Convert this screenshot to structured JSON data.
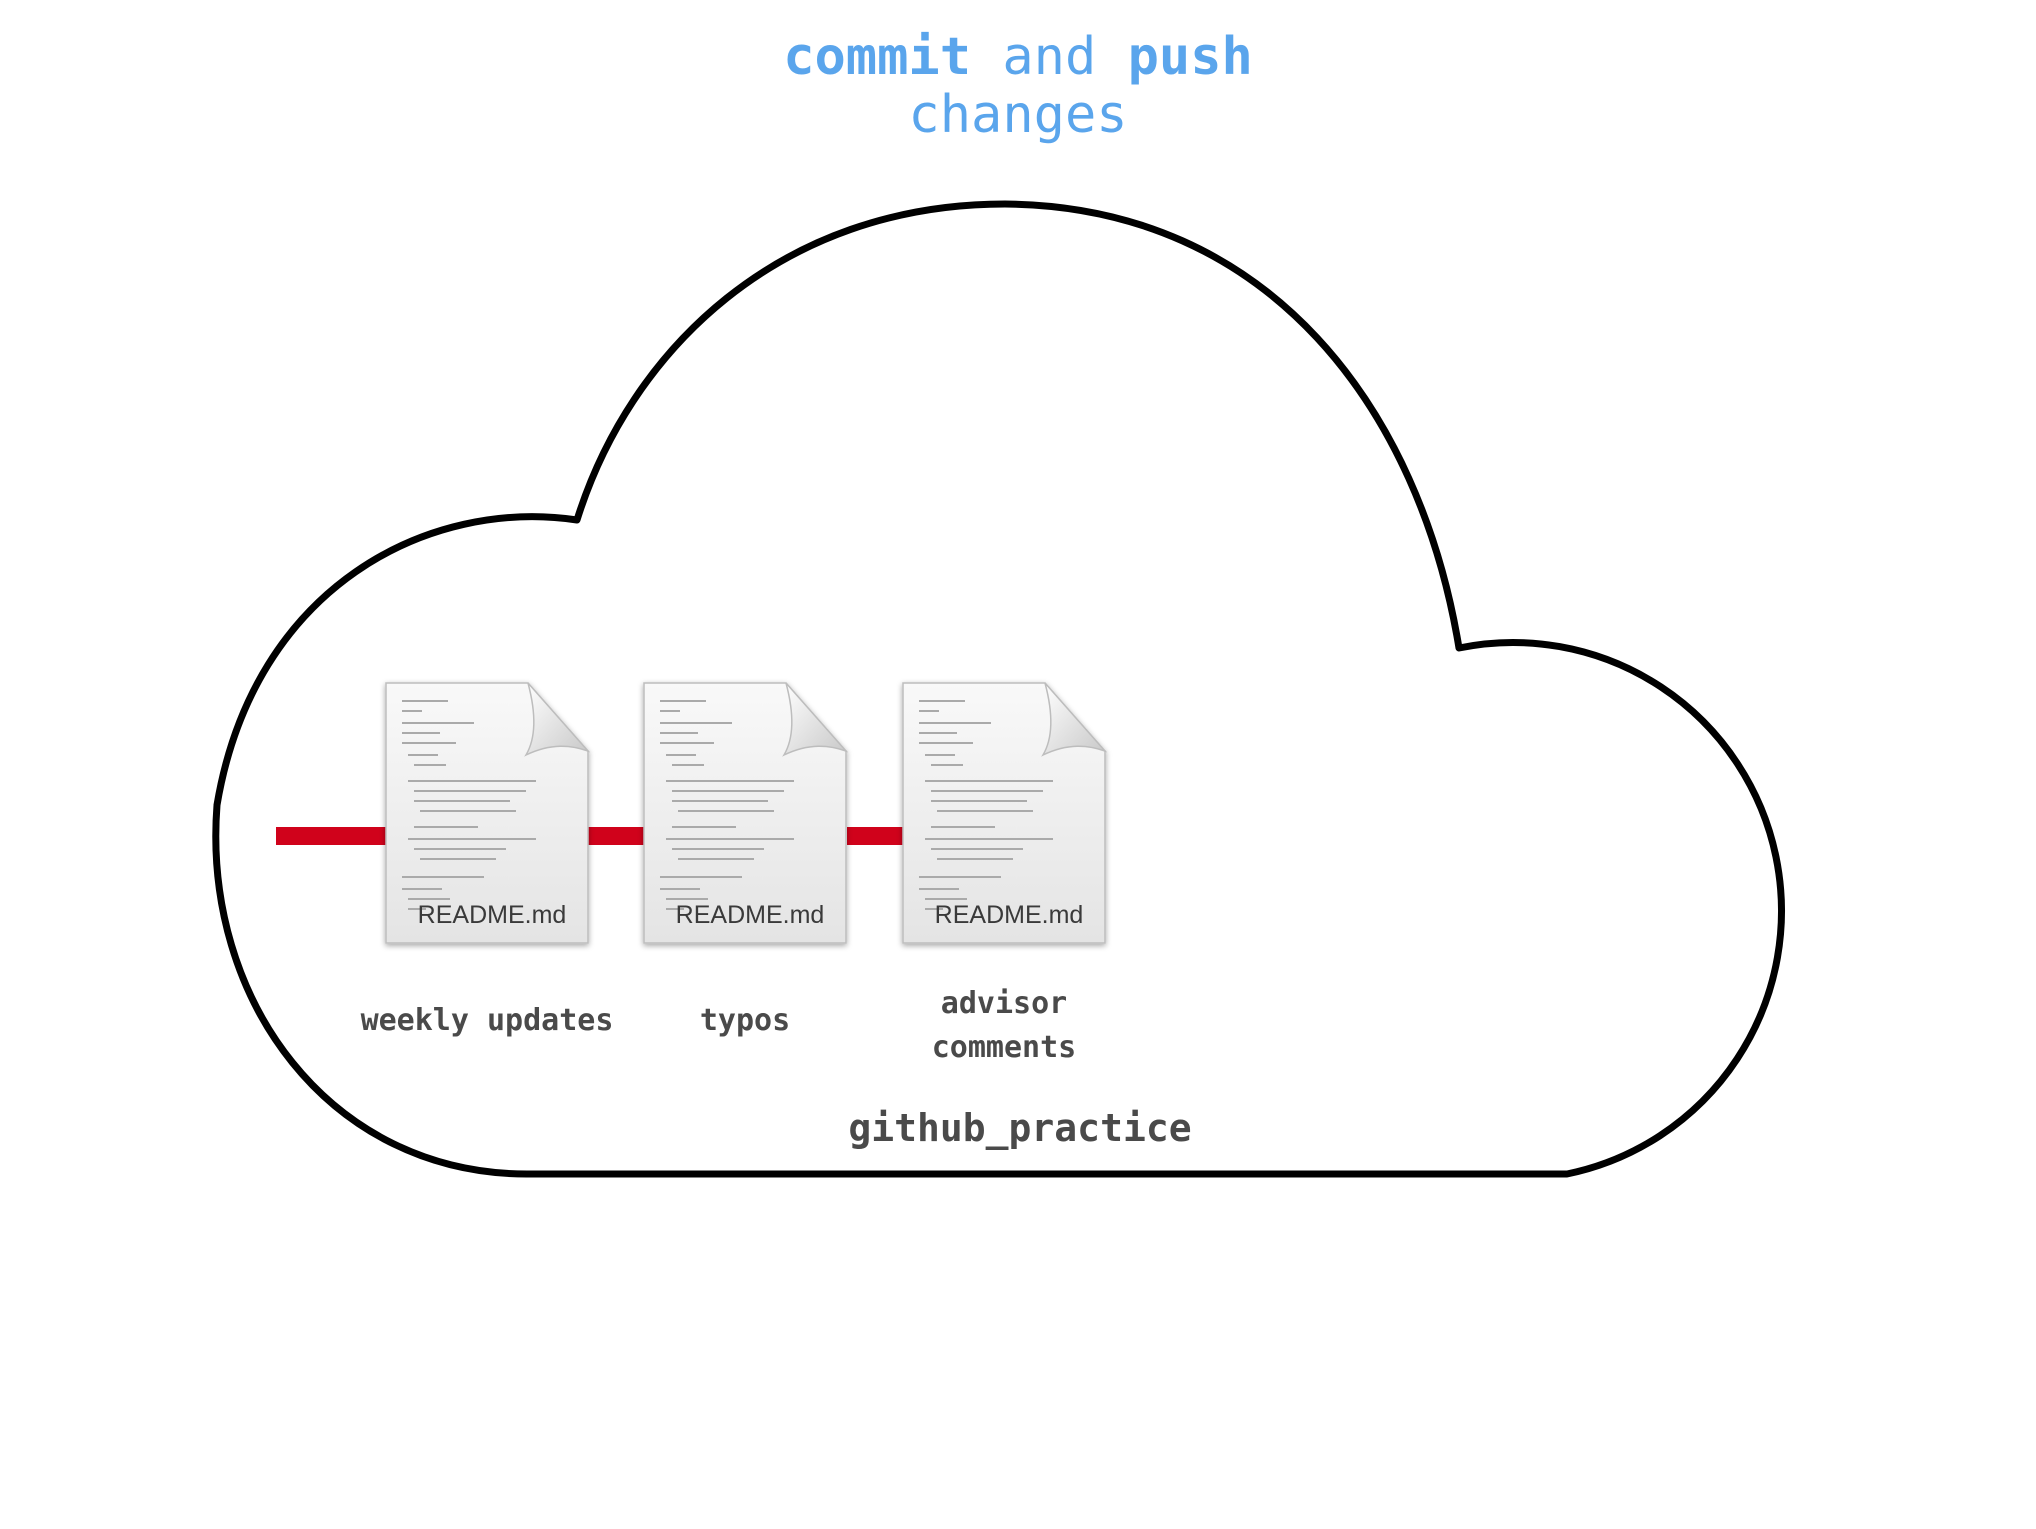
{
  "header": {
    "commit_word": "commit",
    "and_word": "and",
    "push_word": "push",
    "changes_word": "changes"
  },
  "commits": [
    {
      "file_name": "README.md",
      "label_lines": [
        "weekly updates"
      ]
    },
    {
      "file_name": "README.md",
      "label_lines": [
        "typos"
      ]
    },
    {
      "file_name": "README.md",
      "label_lines": [
        "advisor",
        "comments"
      ]
    }
  ],
  "repository": {
    "name": "github_practice"
  },
  "colors": {
    "title": "#5aa5ec",
    "branch_line": "#d0021b",
    "cloud_outline": "#000000",
    "labels": "#4a4a4a"
  },
  "icons": {
    "repository": "cloud-icon",
    "commit": "document-icon"
  }
}
